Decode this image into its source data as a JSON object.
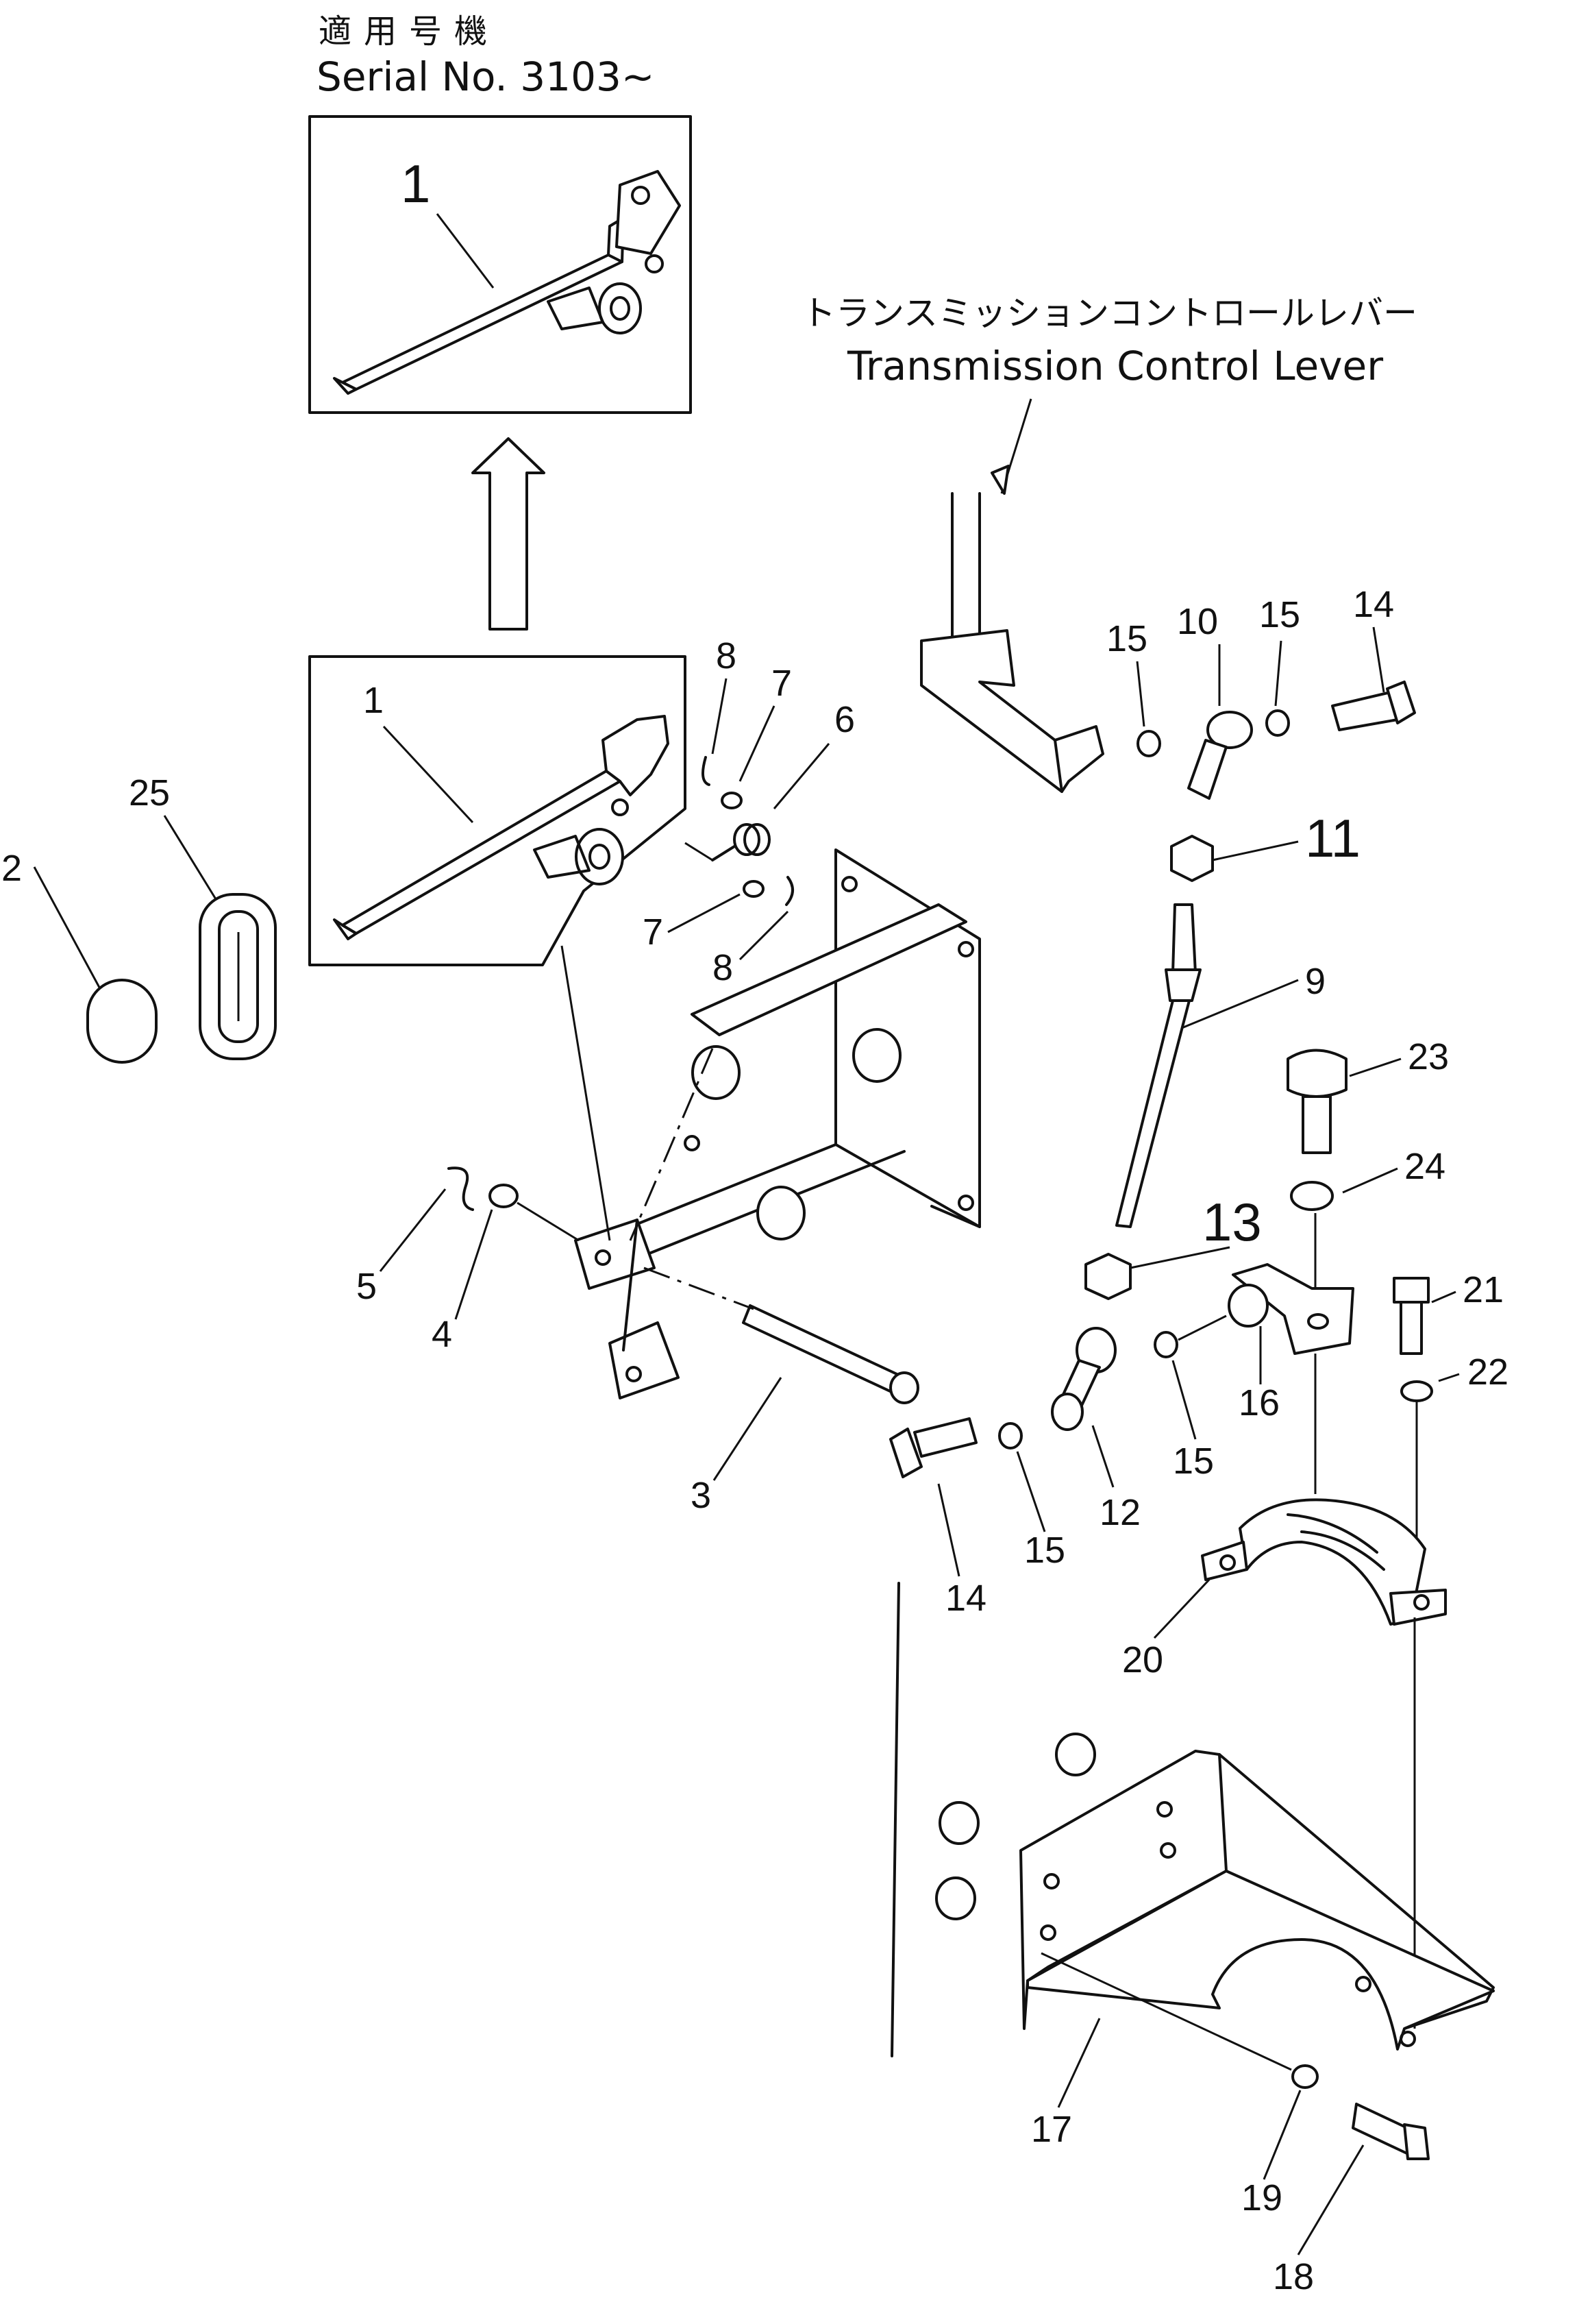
{
  "header": {
    "applicable_jp": "適用号機",
    "serial": "Serial No. 3103~"
  },
  "callout": {
    "jp": "トランスミッションコントロールレバー",
    "en": "Transmission Control Lever"
  },
  "parts": {
    "p1_top": "1",
    "p1": "1",
    "p2": "2",
    "p3": "3",
    "p4": "4",
    "p5": "5",
    "p6": "6",
    "p7a": "7",
    "p7b": "7",
    "p8a": "8",
    "p8b": "8",
    "p9": "9",
    "p10": "10",
    "p11": "11",
    "p12": "12",
    "p13": "13",
    "p14a": "14",
    "p14b": "14",
    "p15a": "15",
    "p15b": "15",
    "p15c": "15",
    "p15d": "15",
    "p16": "16",
    "p17": "17",
    "p18": "18",
    "p19": "19",
    "p20": "20",
    "p21": "21",
    "p22": "22",
    "p23": "23",
    "p24": "24",
    "p25": "25"
  }
}
